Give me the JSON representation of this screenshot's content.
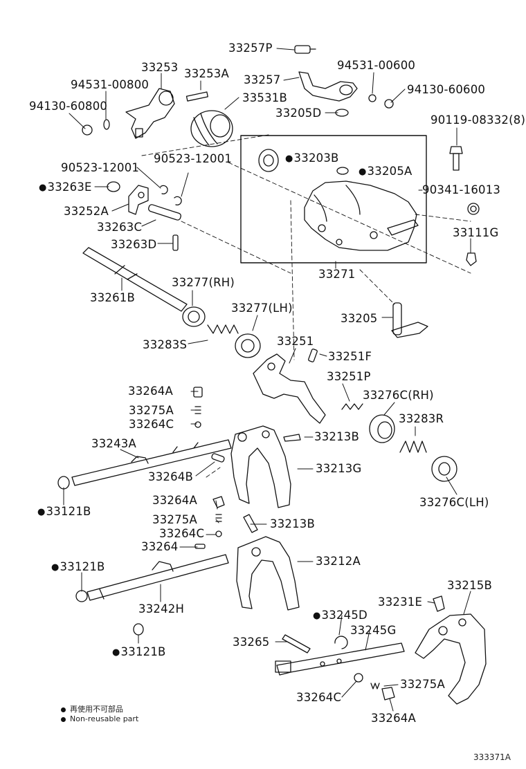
{
  "parts": {
    "p33257P": "33257P",
    "p94531_00600": "94531-00600",
    "p33253": "33253",
    "p33253A": "33253A",
    "p33257": "33257",
    "p94531_00800": "94531-00800",
    "p94130_60600": "94130-60600",
    "p33531B": "33531B",
    "p94130_60800": "94130-60800",
    "p33205D": "33205D",
    "p90119_08332": "90119-08332(8)",
    "p33203B": "33203B",
    "p90523_12001_a": "90523-12001",
    "p90523_12001_b": "90523-12001",
    "p33205A": "33205A",
    "p33263E": "33263E",
    "p90341_16013": "90341-16013",
    "p33252A": "33252A",
    "p33263C": "33263C",
    "p33111G": "33111G",
    "p33263D": "33263D",
    "p33271": "33271",
    "p33277RH": "33277(RH)",
    "p33261B": "33261B",
    "p33277LH": "33277(LH)",
    "p33205": "33205",
    "p33251": "33251",
    "p33283S": "33283S",
    "p33251F": "33251F",
    "p33251P": "33251P",
    "p33264A_1": "33264A",
    "p33276CRH": "33276C(RH)",
    "p33275A_1": "33275A",
    "p33283R": "33283R",
    "p33264C_1": "33264C",
    "p33213B_1": "33213B",
    "p33243A": "33243A",
    "p33213G": "33213G",
    "p33264B": "33264B",
    "p33121B_1": "33121B",
    "p33276CLH": "33276C(LH)",
    "p33264A_2": "33264A",
    "p33275A_2": "33275A",
    "p33213B_2": "33213B",
    "p33264C_2": "33264C",
    "p33264": "33264",
    "p33121B_2": "33121B",
    "p33212A": "33212A",
    "p33215B": "33215B",
    "p33231E": "33231E",
    "p33242H": "33242H",
    "p33245D": "33245D",
    "p33245G": "33245G",
    "p33265": "33265",
    "p33121B_3": "33121B",
    "p33275A_3": "33275A",
    "p33264C_3": "33264C",
    "p33264A_3": "33264A"
  },
  "legend": {
    "line_ja": "再使用不可部品",
    "line_en": "Non-reusable part"
  },
  "diagram_code": "333371A"
}
